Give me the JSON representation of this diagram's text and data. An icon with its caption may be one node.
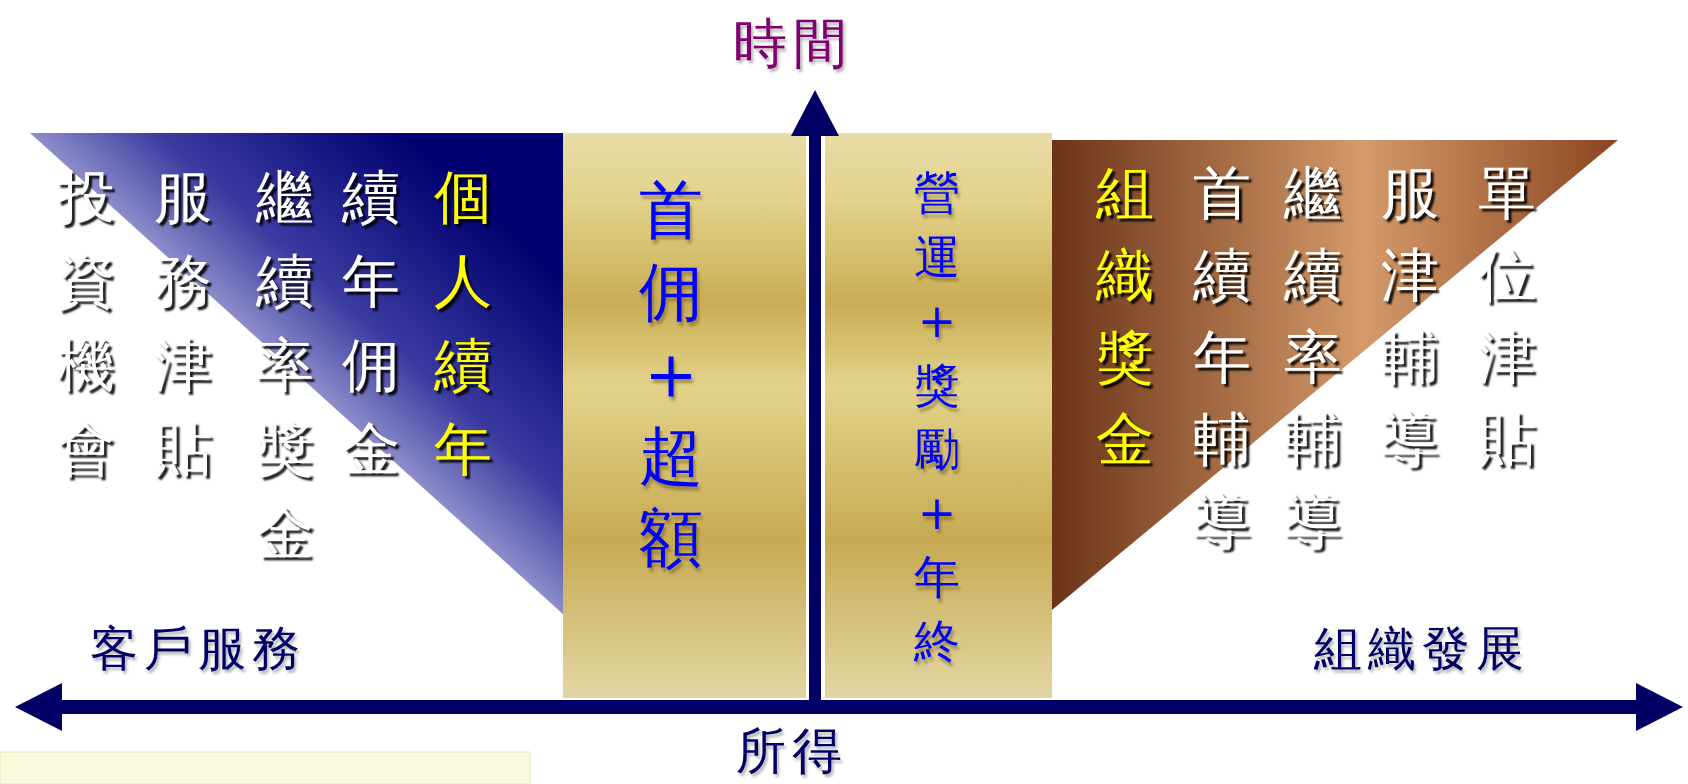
{
  "diagram": {
    "title": "時間",
    "nodes": [
      {
        "text": [
          "個人續年",
          "續年佣金",
          "繼續率獎金",
          "服務津貼",
          "投資機會"
        ]
      },
      {
        "text": [
          "首佣+超額"
        ]
      },
      {
        "text": [
          "營運+獎勵+年終"
        ]
      },
      {
        "text": [
          "單位津貼",
          "服津輔導",
          "繼續率輔導",
          "首續年輔導",
          "組織獎金"
        ]
      }
    ],
    "labels": [
      "客戶服務",
      "組織發展",
      "所得"
    ]
  }
}
